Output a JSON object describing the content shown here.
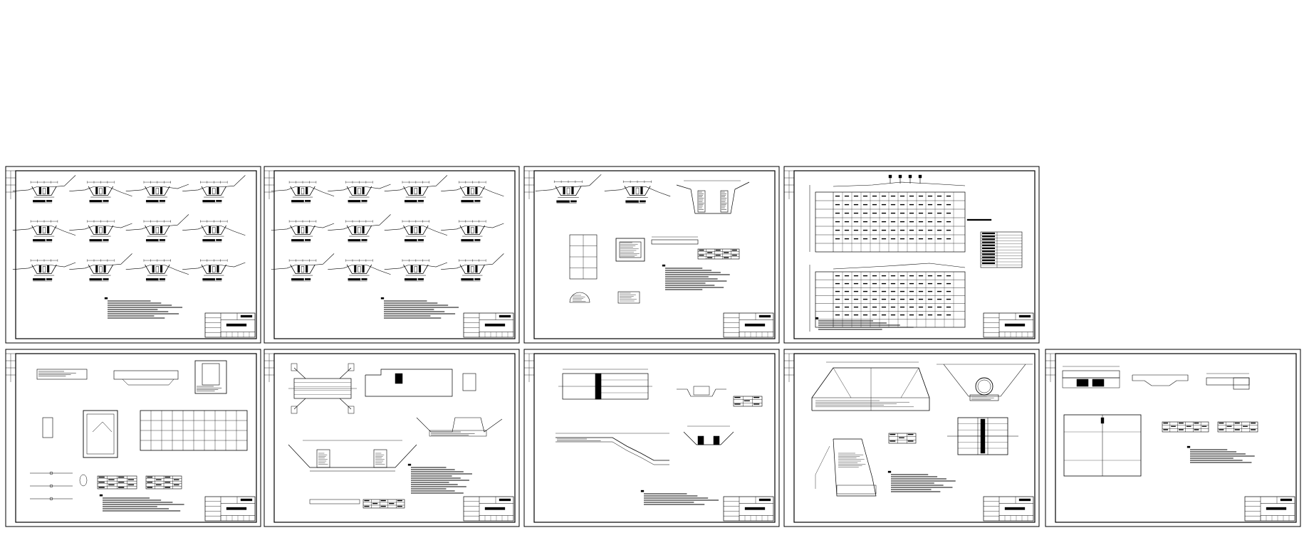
{
  "sheets": [
    {
      "id": "s1",
      "layout": "sections-grid",
      "rows": 3,
      "cols": 4
    },
    {
      "id": "s2",
      "layout": "sections-grid",
      "rows": 3,
      "cols": 4
    },
    {
      "id": "s3",
      "layout": "sections-mixed"
    },
    {
      "id": "s4",
      "layout": "profile-tables"
    },
    {
      "id": "s5",
      "layout": "structure-plan"
    },
    {
      "id": "s6",
      "layout": "structure-plan-2"
    },
    {
      "id": "s7",
      "layout": "plan-profile"
    },
    {
      "id": "s8",
      "layout": "culvert"
    },
    {
      "id": "s9",
      "layout": "detail-misc"
    }
  ],
  "colors": {
    "line": "#000000",
    "background": "#ffffff"
  }
}
